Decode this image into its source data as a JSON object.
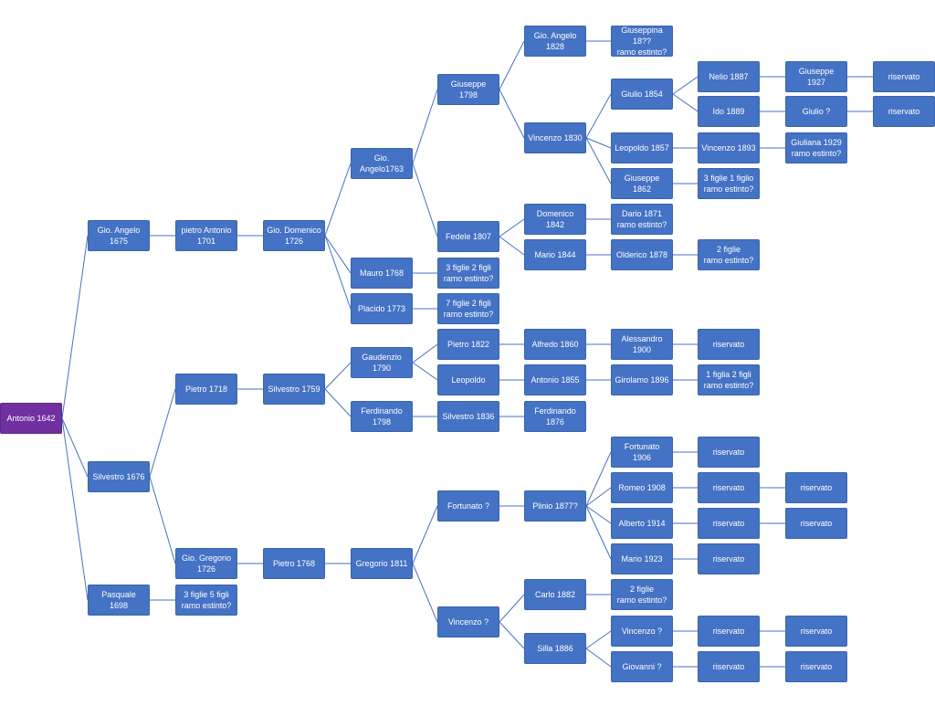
{
  "colors": {
    "node_fill": "#4472c4",
    "root_fill": "#7030a0",
    "link": "#4472c4",
    "text": "#ffffff"
  },
  "nodes": {
    "n1": "Antonio 1642",
    "n2": "Gio. Angelo\n1675",
    "n3": "Silvestro 1676",
    "n4": "Pasquale 1698",
    "n5": "pietro Antonio\n1701",
    "n6": "Gio. Domenico\n1726",
    "n7": "Gio. Angelo1763",
    "n8": "Mauro 1768",
    "n9": "Placido 1773",
    "n10": "Giuseppe 1798",
    "n11": "Fedele 1807",
    "n12": "Gio. Angelo\n1828",
    "n13": "Vincenzo 1830",
    "n14": "Giuseppina 18??\nramo estinto?",
    "n15": "Giulio 1854",
    "n16": "Leopoldo 1857",
    "n17": "Giuseppe 1862",
    "n18": "Nelio 1887",
    "n19": "Ido 1889",
    "n20": "Giuseppe 1927",
    "n21": "Giulio ?",
    "n22": "riservato",
    "n23": "riservato",
    "n24": "Vincenzo 1893",
    "n25": "Giuliana 1929\nramo estinto?",
    "n26": "3 figlie 1 figlio\nramo estinto?",
    "n27": "Domenico 1842",
    "n28": "Mario 1844",
    "n29": "Dario 1871\nramo estinto?",
    "n30": "Olderico 1878",
    "n31": "2 figlie\nramo estinto?",
    "n32": "3 figlie 2 figli\nramo estinto?",
    "n33": "7 figlie 2 figli\nramo estinto?",
    "n34": "Pietro 1718",
    "n35": "Silvestro 1759",
    "n36": "Gaudenzio 1790",
    "n37": "Ferdinando\n1798",
    "n38": "Pietro 1822",
    "n39": "Leopoldo",
    "n40": "Alfredo 1860",
    "n41": "Antonio 1855",
    "n42": "Alessandro 1900",
    "n43": "Girolamo 1896",
    "n44": "riservato",
    "n45": "1 figlia 2 figli\nramo estinto?",
    "n46": "Silvestro  1836",
    "n47": "Ferdinando\n1876",
    "n48": "Gio. Gregorio\n1726",
    "n49": "Pietro 1768",
    "n50": "Gregorio 1811",
    "n51": "Fortunato ?",
    "n52": "Vincenzo ?",
    "n53": "Plinio 1877?",
    "n54": "Fortunato 1906",
    "n55": "Romeo 1908",
    "n56": "Alberto 1914",
    "n57": "Mario 1923",
    "n58": "riservato",
    "n59": "riservato",
    "n60": "riservato",
    "n61": "riservato",
    "n62": "riservato",
    "n63": "riservato",
    "n64": "Carlo 1882",
    "n65": "Silla 1886",
    "n66": "2 figlie\nramo estinto?",
    "n67": "Vincenzo ?",
    "n68": "Giovanni ?",
    "n69": "riservato",
    "n70": "riservato",
    "n71": "riservato",
    "n72": "riservato",
    "n73": "Pasquale 1698",
    "n74": "3 figlie 5 figli\nramo estinto?"
  }
}
